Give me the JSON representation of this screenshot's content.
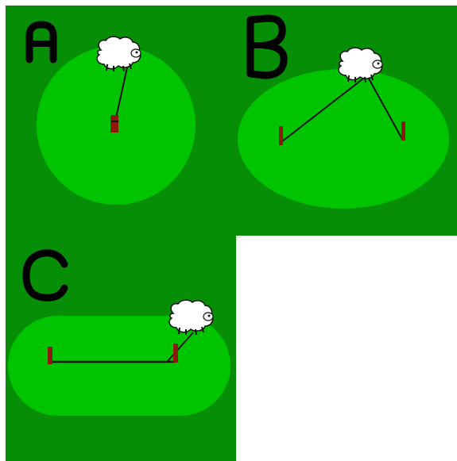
{
  "panels": [
    {
      "id": "A",
      "label": "A",
      "description_tag": "single-stake"
    },
    {
      "id": "B",
      "label": "B",
      "description_tag": "two-stakes"
    },
    {
      "id": "C",
      "label": "C",
      "description_tag": "rail-stakes"
    }
  ],
  "colors": {
    "background_dark_green": "#078E07",
    "grazed_area_green": "#00C400",
    "stake_red": "#8B1A0A",
    "rope": "#111111",
    "sheep_wool": "#ffffff",
    "sheep_outline": "#111111",
    "label_black": "#000000",
    "page_background": "#ffffff"
  },
  "icons": {
    "sheep": "sheep-icon",
    "stake": "stake-icon"
  }
}
